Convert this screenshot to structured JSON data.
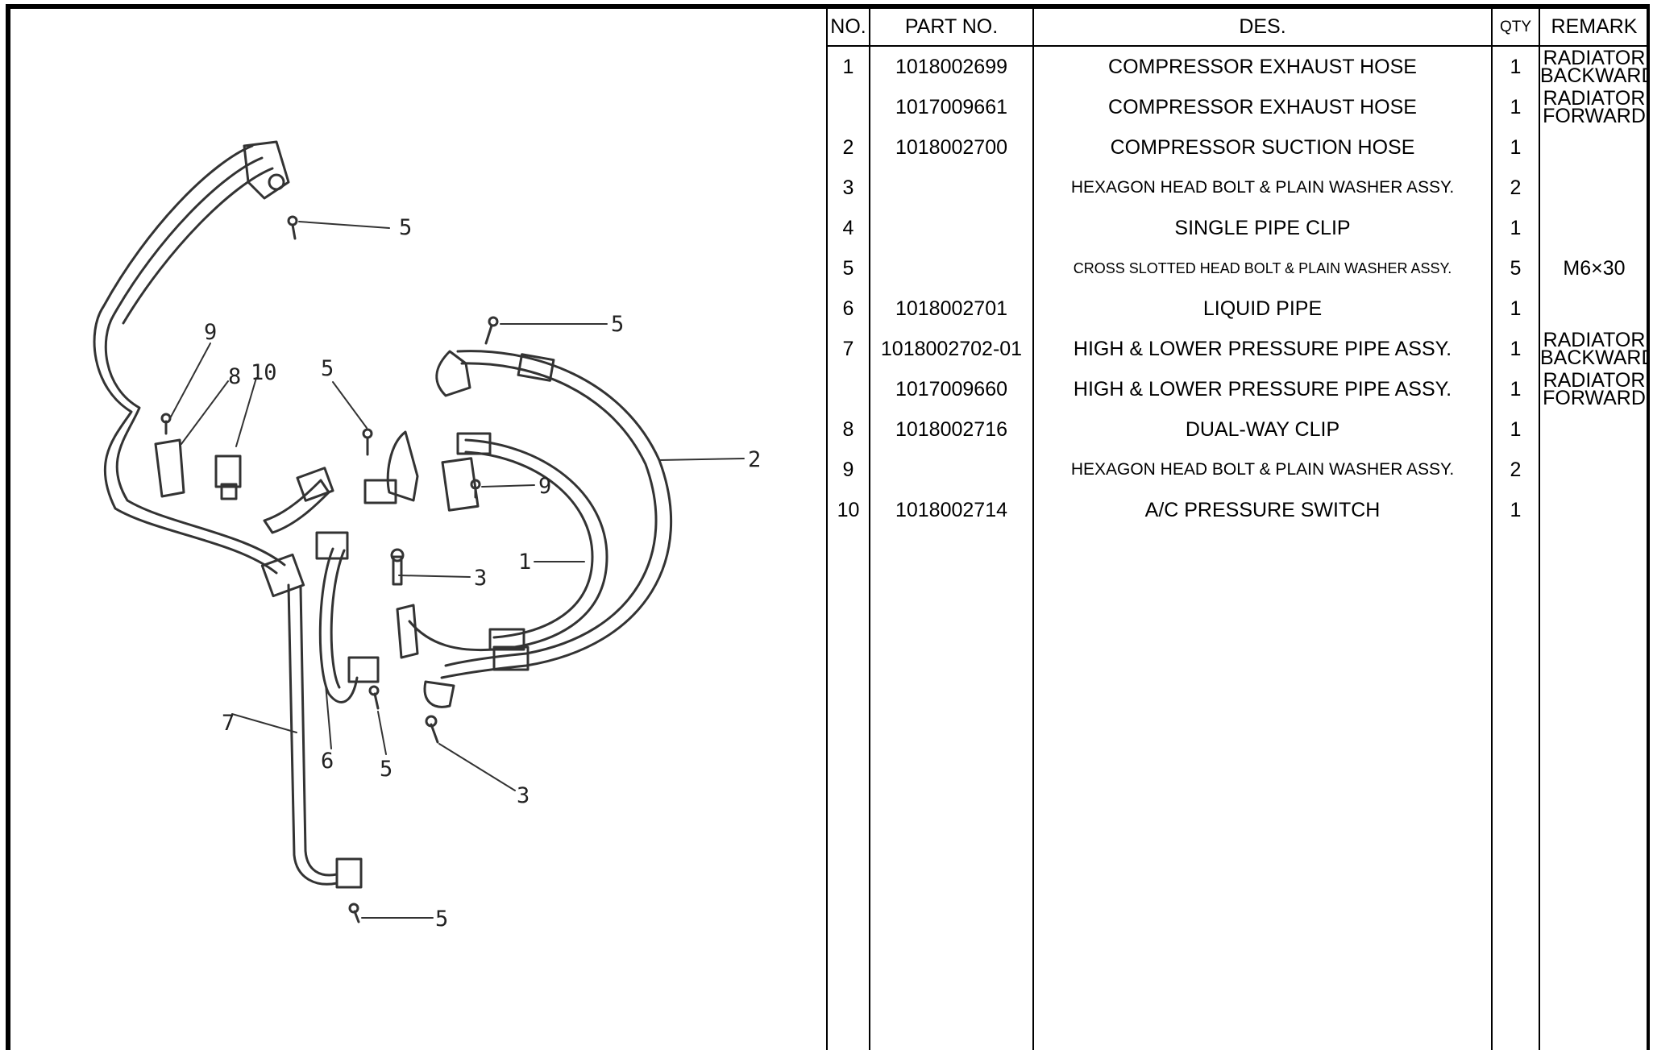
{
  "table": {
    "headers": {
      "no": "NO.",
      "part_no": "PART NO.",
      "des": "DES.",
      "qty": "QTY",
      "remark": "REMARK"
    },
    "rows": [
      {
        "no": "1",
        "part_no": "1018002699",
        "des": "COMPRESSOR EXHAUST HOSE",
        "qty": "1",
        "remark_line1": "RADIATOR",
        "remark_line2": "BACKWARD"
      },
      {
        "no": "",
        "part_no": "1017009661",
        "des": "COMPRESSOR EXHAUST HOSE",
        "qty": "1",
        "remark_line1": "RADIATOR",
        "remark_line2": "FORWARD"
      },
      {
        "no": "2",
        "part_no": "1018002700",
        "des": "COMPRESSOR SUCTION HOSE",
        "qty": "1",
        "remark_line1": "",
        "remark_line2": ""
      },
      {
        "no": "3",
        "part_no": "",
        "des": "HEXAGON HEAD BOLT & PLAIN WASHER ASSY.",
        "qty": "2",
        "remark_line1": "",
        "remark_line2": ""
      },
      {
        "no": "4",
        "part_no": "",
        "des": "SINGLE PIPE CLIP",
        "qty": "1",
        "remark_line1": "",
        "remark_line2": ""
      },
      {
        "no": "5",
        "part_no": "",
        "des": "CROSS SLOTTED HEAD BOLT & PLAIN WASHER ASSY.",
        "qty": "5",
        "remark_line1": "M6×30",
        "remark_line2": ""
      },
      {
        "no": "6",
        "part_no": "1018002701",
        "des": "LIQUID PIPE",
        "qty": "1",
        "remark_line1": "",
        "remark_line2": ""
      },
      {
        "no": "7",
        "part_no": "1018002702-01",
        "des": "HIGH & LOWER PRESSURE PIPE ASSY.",
        "qty": "1",
        "remark_line1": "RADIATOR",
        "remark_line2": "BACKWARD"
      },
      {
        "no": "",
        "part_no": "1017009660",
        "des": "HIGH & LOWER PRESSURE PIPE ASSY.",
        "qty": "1",
        "remark_line1": "RADIATOR",
        "remark_line2": "FORWARD"
      },
      {
        "no": "8",
        "part_no": "1018002716",
        "des": "DUAL-WAY CLIP",
        "qty": "1",
        "remark_line1": "",
        "remark_line2": ""
      },
      {
        "no": "9",
        "part_no": "",
        "des": "HEXAGON HEAD BOLT & PLAIN WASHER ASSY.",
        "qty": "2",
        "remark_line1": "",
        "remark_line2": ""
      },
      {
        "no": "10",
        "part_no": "1018002714",
        "des": "A/C PRESSURE SWITCH",
        "qty": "1",
        "remark_line1": "",
        "remark_line2": ""
      }
    ]
  },
  "diagram": {
    "callouts": {
      "c5_top": "5",
      "c5_upper": "5",
      "c2": "2",
      "c9_left": "9",
      "c8": "8",
      "c10": "10",
      "c5_mid": "5",
      "c9_right": "9",
      "c3_upper": "3",
      "c1": "1",
      "c7": "7",
      "c6": "6",
      "c5_lower": "5",
      "c3_lower": "3",
      "c5_bottom": "5"
    }
  }
}
